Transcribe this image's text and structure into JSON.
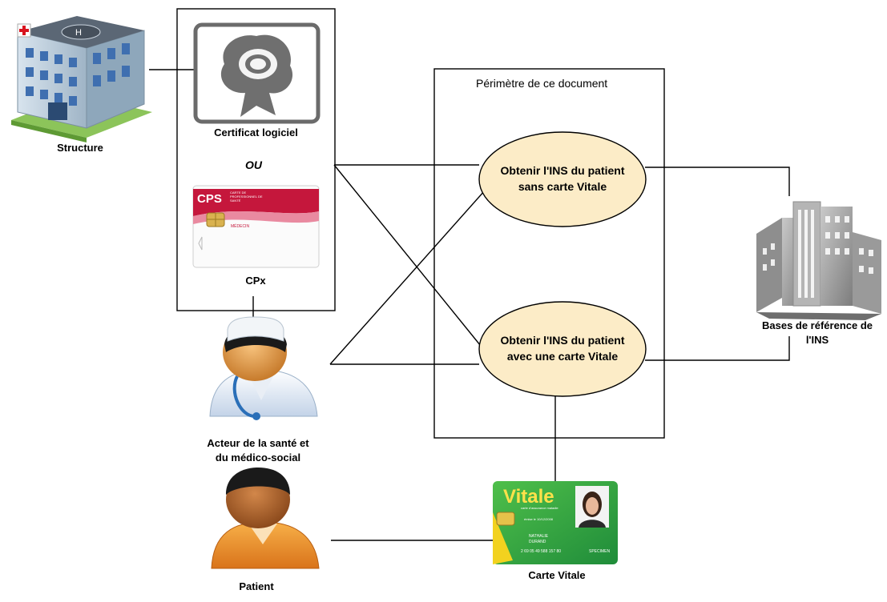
{
  "perimeter": {
    "label": "Périmètre de ce document"
  },
  "use_cases": [
    {
      "line1": "Obtenir l'INS du patient",
      "line2": "sans carte Vitale"
    },
    {
      "line1": "Obtenir l'INS du patient",
      "line2": "avec une carte Vitale"
    }
  ],
  "credentials": {
    "certificate_label": "Certificat logiciel",
    "or_label": "OU",
    "cpx_label": "CPx",
    "cps_card": {
      "brand": "CPS",
      "subtitle_1": "CARTE DE",
      "subtitle_2": "PROFESSIONNEL DE",
      "subtitle_3": "SANTÉ",
      "role": "MÉDECIN"
    }
  },
  "actors": {
    "structure": "Structure",
    "health_actor_line1": "Acteur de la santé et",
    "health_actor_line2": "du médico-social",
    "patient": "Patient",
    "ref_db_line1": "Bases de référence de",
    "ref_db_line2": "l'INS"
  },
  "vitale_card": {
    "label": "Carte Vitale",
    "brand": "Vitale",
    "subtitle": "carte d'assurance maladie",
    "issued": "émise le 10/12/2008",
    "first_name": "NATHALIE",
    "last_name": "DURAND",
    "number": "2 69 05 49 588 157 80",
    "specimen": "SPECIMEN"
  },
  "colors": {
    "ellipse_fill": "#fcecc7",
    "line": "#000000",
    "vitale_green": "#36a845",
    "vitale_yellow": "#f2d21f",
    "cps_red": "#c5173c"
  }
}
